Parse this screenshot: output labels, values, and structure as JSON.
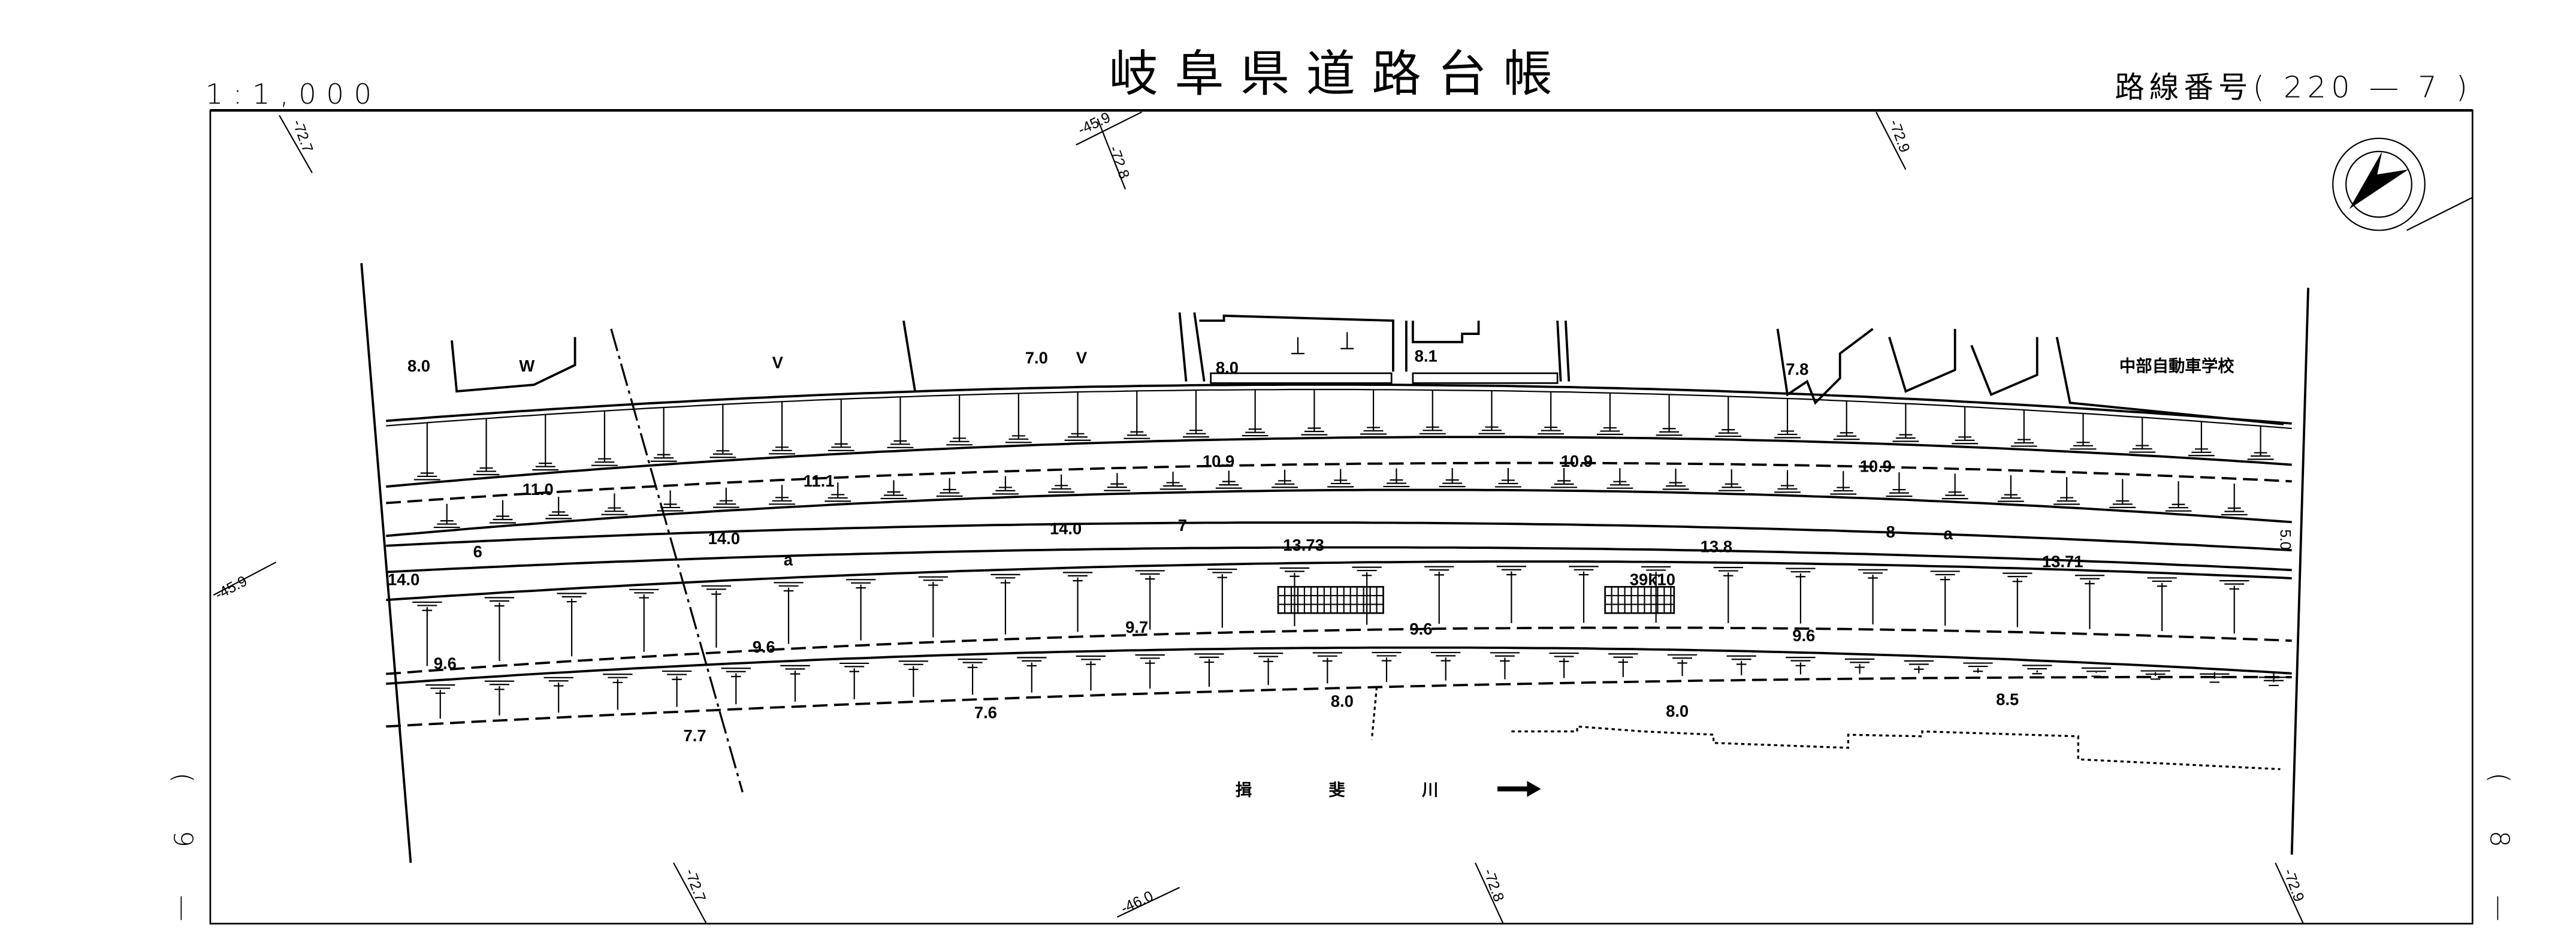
{
  "header": {
    "title": "岐阜県道路台帳",
    "scale": "1:1,000",
    "route_label": "路線番号( 220 — 7 )"
  },
  "margins": {
    "left_sheet": "( 9 —",
    "right_sheet": "( 8 —"
  },
  "coordinates": {
    "top_left": "-72.7",
    "top_mid_a": "-45.9",
    "top_mid_b": "-72.8",
    "top_right": "-72.9",
    "left": "-45.9",
    "right": "5.0",
    "bottom_left": "-72.7",
    "bottom_mid_a": "-46.0",
    "bottom_mid_b": "-72.8",
    "bottom_right": "-72.9"
  },
  "map_labels": {
    "school": "中部自動車学校",
    "river": "揖 斐 川",
    "kilopost": "39k10",
    "station_6": "6",
    "station_7": "7",
    "station_8": "8",
    "mark_a1": "a",
    "mark_a2": "a",
    "land_w": "W",
    "land_v1": "V",
    "land_v2": "V"
  },
  "elevations": {
    "e_8_0_a": "8.0",
    "e_7_0": "7.0",
    "e_8_0_b": "8.0",
    "e_8_1": "8.1",
    "e_7_8": "7.8",
    "e_11_0": "11.0",
    "e_11_1": "11.1",
    "e_10_9_a": "10.9",
    "e_10_9_b": "10.9",
    "e_10_9_c": "10.9",
    "e_14_0_a": "14.0",
    "e_14_0_b": "14.0",
    "e_14_0_c": "14.0",
    "e_13_73": "13.73",
    "e_13_8": "13.8",
    "e_13_71": "13.71",
    "e_9_6_a": "9.6",
    "e_9_6_b": "9.6",
    "e_9_7": "9.7",
    "e_9_6_c": "9.6",
    "e_9_6_d": "9.6",
    "e_7_7": "7.7",
    "e_7_6": "7.6",
    "e_8_0_c": "8.0",
    "e_8_0_d": "8.0",
    "e_8_5": "8.5"
  }
}
